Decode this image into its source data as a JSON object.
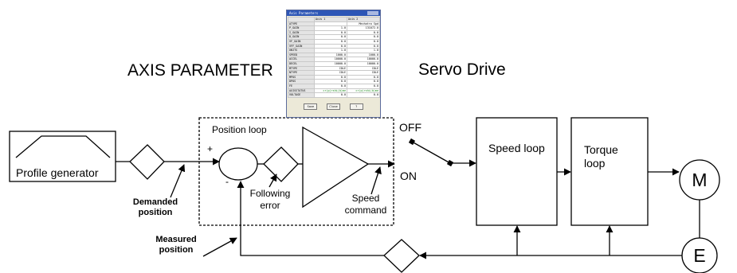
{
  "labels": {
    "axis_parameter": "AXIS PARAMETER",
    "servo_drive": "Servo Drive",
    "profile_generator": "Profile generator",
    "position_loop": "Position loop",
    "following_error": "Following error",
    "speed_command": "Speed command",
    "demanded_position": "Demanded position",
    "measured_position": "Measured position",
    "speed_loop": "Speed loop",
    "torque_loop": "Torque loop",
    "off": "OFF",
    "on": "ON",
    "motor": "M",
    "encoder": "E",
    "plus": "+",
    "minus": "-"
  },
  "parameter_window": {
    "title": "Axis Parameters",
    "columns": [
      "Axis 1",
      "Axis 2"
    ],
    "rows": [
      {
        "name": "ATYPE",
        "a1": "",
        "a2": "Mechatro Spd"
      },
      {
        "name": "P_GAIN",
        "a1": "1.0",
        "a2": "131072.0"
      },
      {
        "name": "I_GAIN",
        "a1": "0.0",
        "a2": "0.0"
      },
      {
        "name": "D_GAIN",
        "a1": "0.0",
        "a2": "0.0"
      },
      {
        "name": "VF_GAIN",
        "a1": "0.0",
        "a2": "0.0"
      },
      {
        "name": "VFF_GAIN",
        "a1": "0.0",
        "a2": "0.0"
      },
      {
        "name": "UNITS",
        "a1": "1.0",
        "a2": "1.0"
      },
      {
        "name": "SPEED",
        "a1": "1000.0",
        "a2": "1000.0"
      },
      {
        "name": "ACCEL",
        "a1": "10000.0",
        "a2": "10000.0"
      },
      {
        "name": "DECEL",
        "a1": "10000.0",
        "a2": "10000.0"
      },
      {
        "name": "MTYPE",
        "a1": "IDLE",
        "a2": "IDLE"
      },
      {
        "name": "NTYPE",
        "a1": "IDLE",
        "a2": "IDLE"
      },
      {
        "name": "MPOS",
        "a1": "0.0",
        "a2": "0.0"
      },
      {
        "name": "DPOS",
        "a1": "0.0",
        "a2": "0.0"
      },
      {
        "name": "FE",
        "a1": "0.0",
        "a2": "0.0"
      },
      {
        "name": "AXISSTATUS",
        "a1": "cr(p)rshi(b)me",
        "a2": "cr(p)rshi(b)me"
      },
      {
        "name": "VOLTAGE",
        "a1": "0.0",
        "a2": "0.0"
      }
    ],
    "buttons": [
      "Save",
      "Close",
      "?"
    ]
  },
  "colors": {
    "line": "#000000",
    "window_title": "#2d56b6",
    "window_body": "#ece9d8",
    "status_text": "#1a8a1a"
  }
}
